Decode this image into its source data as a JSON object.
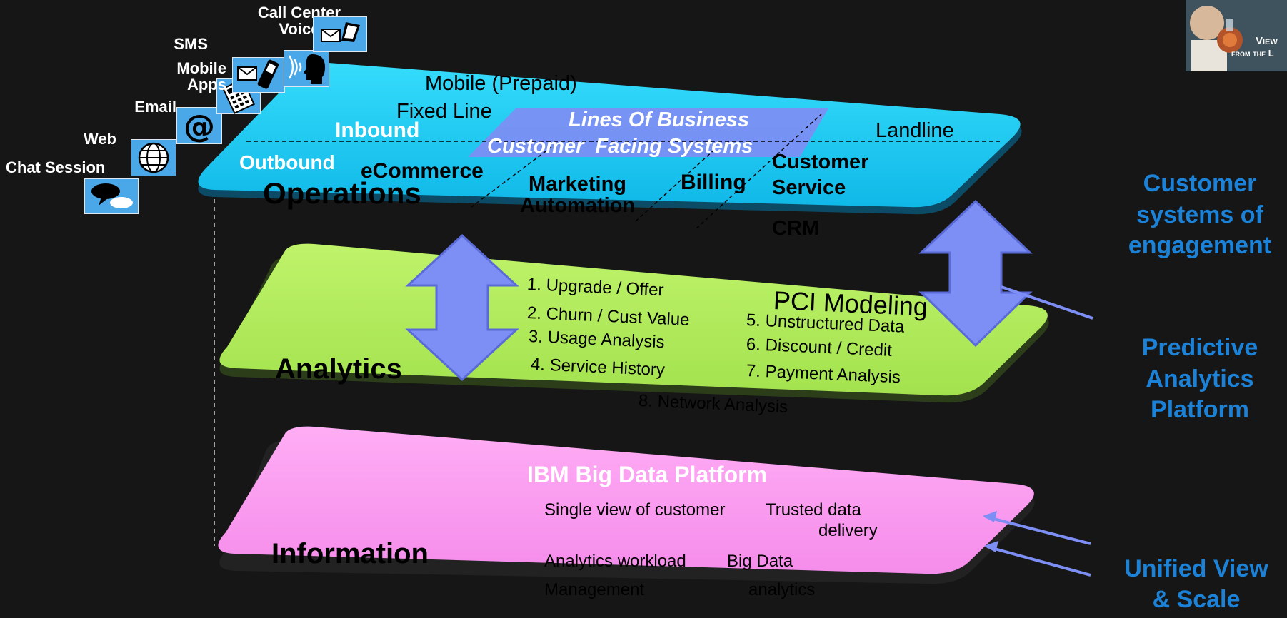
{
  "channels": [
    {
      "label": "Chat Session",
      "icon": "chat-bubbles-icon"
    },
    {
      "label": "Web",
      "icon": "globe-icon"
    },
    {
      "label": "Email",
      "icon": "at-sign-icon"
    },
    {
      "label": "Mobile\nApps",
      "icon": "calculator-keypad-icon"
    },
    {
      "label": "SMS",
      "icon": "phone-envelope-icon"
    },
    {
      "label": "Call Center\nVoice",
      "icon": "speaking-head-icon"
    },
    {
      "label": "",
      "icon": "envelope-laptop-icon"
    }
  ],
  "operations": {
    "title": "Operations",
    "inbound": "Inbound",
    "outbound": "Outbound",
    "mobile_prepaid": "Mobile (Prepaid)",
    "fixed_line": "Fixed Line",
    "landline": "Landline",
    "ecommerce": "eCommerce",
    "marketing": "Marketing\nAutomation",
    "billing": "Billing",
    "customer_service": "Customer\nService",
    "crm": "CRM",
    "lob_line1": "Lines Of Business",
    "lob_line2": "Customer  Facing Systems"
  },
  "analytics": {
    "title": "Analytics",
    "pci": "PCI Modeling",
    "items": [
      "1. Upgrade / Offer",
      "2. Churn / Cust Value",
      "3. Usage Analysis",
      "4. Service History",
      "5. Unstructured Data",
      "6. Discount / Credit",
      "7. Payment Analysis",
      "8. Network Analysis"
    ]
  },
  "information": {
    "title": "Information",
    "platform": "IBM Big Data Platform",
    "single_view": "Single view of customer",
    "trusted": "Trusted data",
    "delivery": "delivery",
    "workload": "Analytics workload",
    "management": "Management",
    "big_data": "Big Data",
    "big_analytics": "analytics"
  },
  "side_labels": {
    "engagement": "Customer\nsystems of\nengagement",
    "predictive": "Predictive\nAnalytics\nPlatform",
    "unified": "Unified View\n& Scale"
  },
  "thumbnail": {
    "line1": "View",
    "line2": "from the L"
  },
  "colors": {
    "background": "#161616",
    "operations_layer": "#22d2f6",
    "analytics_layer": "#b4ee5e",
    "information_layer": "#ff9ef2",
    "arrow_fill": "#7d8ef5",
    "side_label": "#1b82d8"
  }
}
